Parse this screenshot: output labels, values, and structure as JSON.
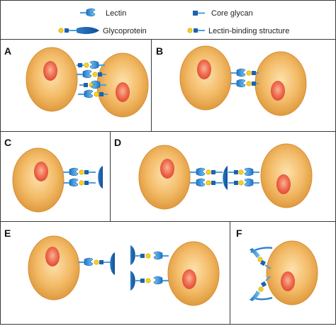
{
  "legend": {
    "lectin": "Lectin",
    "core_glycan": "Core glycan",
    "glycoprotein": "Glycoprotein",
    "lectin_binding_structure": "Lectin-binding structure"
  },
  "panels": {
    "a": "A",
    "b": "B",
    "c": "C",
    "d": "D",
    "e": "E",
    "f": "F"
  },
  "colors": {
    "border": "#3a3a3a",
    "cell_outer": "#e6a24a",
    "cell_inner": "#fbdca0",
    "nucleus_outer": "#e9533c",
    "nucleus_inner": "#f7a98c",
    "lectin": "#1b6fc0",
    "lectin_light": "#6fc2ee",
    "glycan_square": "#1c62ad",
    "binding_circle": "#f7d21e",
    "glycoprotein": "#1f67b4",
    "stem": "#5ba7de"
  }
}
